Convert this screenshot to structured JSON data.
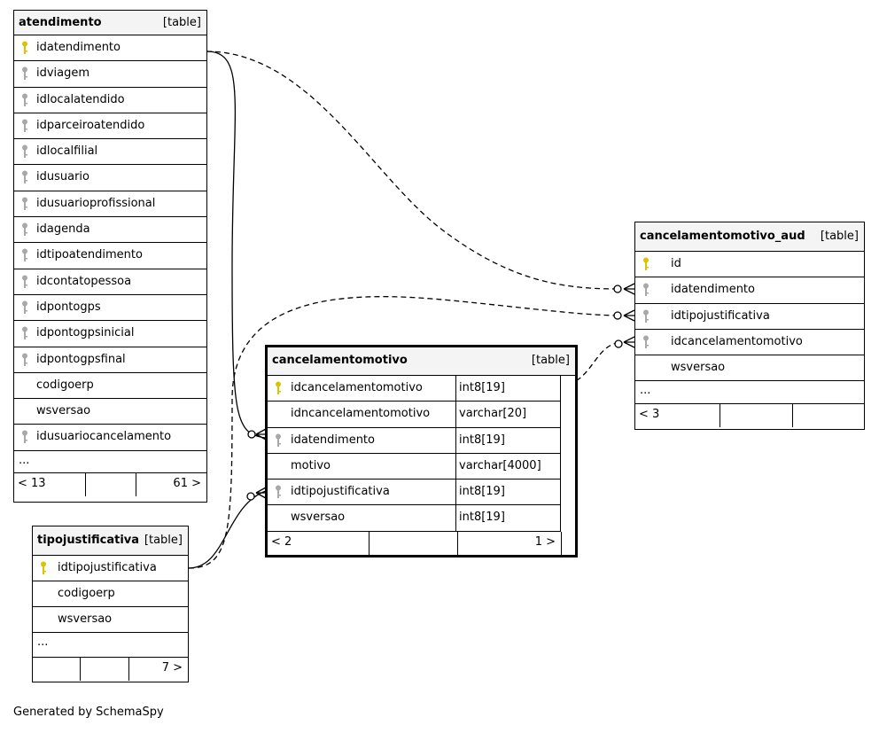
{
  "colors": {
    "primary_key": "#d9c400",
    "foreign_key": "#a8a8a8",
    "header_bg": "#f4f4f4"
  },
  "tables": {
    "atendimento": {
      "name": "atendimento",
      "kind": "[table]",
      "columns": [
        {
          "name": "idatendimento",
          "key": "primary"
        },
        {
          "name": "idviagem",
          "key": "foreign"
        },
        {
          "name": "idlocalatendido",
          "key": "foreign"
        },
        {
          "name": "idparceiroatendido",
          "key": "foreign"
        },
        {
          "name": "idlocalfilial",
          "key": "foreign"
        },
        {
          "name": "idusuario",
          "key": "foreign"
        },
        {
          "name": "idusuarioprofissional",
          "key": "foreign"
        },
        {
          "name": "idagenda",
          "key": "foreign"
        },
        {
          "name": "idtipoatendimento",
          "key": "foreign"
        },
        {
          "name": "idcontatopessoa",
          "key": "foreign"
        },
        {
          "name": "idpontogps",
          "key": "foreign"
        },
        {
          "name": "idpontogpsinicial",
          "key": "foreign"
        },
        {
          "name": "idpontogpsfinal",
          "key": "foreign"
        },
        {
          "name": "codigoerp",
          "key": "none"
        },
        {
          "name": "wsversao",
          "key": "none"
        },
        {
          "name": "idusuariocancelamento",
          "key": "foreign"
        }
      ],
      "more": "...",
      "footer_left": "< 13",
      "footer_right": "61 >"
    },
    "cancelamentomotivo_aud": {
      "name": "cancelamentomotivo_aud",
      "kind": "[table]",
      "columns": [
        {
          "name": "id",
          "key": "primary"
        },
        {
          "name": "idatendimento",
          "key": "foreign"
        },
        {
          "name": "idtipojustificativa",
          "key": "foreign"
        },
        {
          "name": "idcancelamentomotivo",
          "key": "foreign"
        },
        {
          "name": "wsversao",
          "key": "none"
        }
      ],
      "more": "...",
      "footer_left": "< 3",
      "footer_right": ""
    },
    "cancelamentomotivo": {
      "name": "cancelamentomotivo",
      "kind": "[table]",
      "columns": [
        {
          "name": "idcancelamentomotivo",
          "type": "int8[19]",
          "key": "primary"
        },
        {
          "name": "idncancelamentomotivo",
          "type": "varchar[20]",
          "key": "none"
        },
        {
          "name": "idatendimento",
          "type": "int8[19]",
          "key": "foreign"
        },
        {
          "name": "motivo",
          "type": "varchar[4000]",
          "key": "none"
        },
        {
          "name": "idtipojustificativa",
          "type": "int8[19]",
          "key": "foreign"
        },
        {
          "name": "wsversao",
          "type": "int8[19]",
          "key": "none"
        }
      ],
      "footer_left": "< 2",
      "footer_right": "1 >"
    },
    "tipojustificativa": {
      "name": "tipojustificativa",
      "kind": "[table]",
      "columns": [
        {
          "name": "idtipojustificativa",
          "key": "primary"
        },
        {
          "name": "codigoerp",
          "key": "none"
        },
        {
          "name": "wsversao",
          "key": "none"
        }
      ],
      "more": "...",
      "footer_left": "",
      "footer_right": "7 >"
    }
  },
  "generated_by": "Generated by SchemaSpy"
}
